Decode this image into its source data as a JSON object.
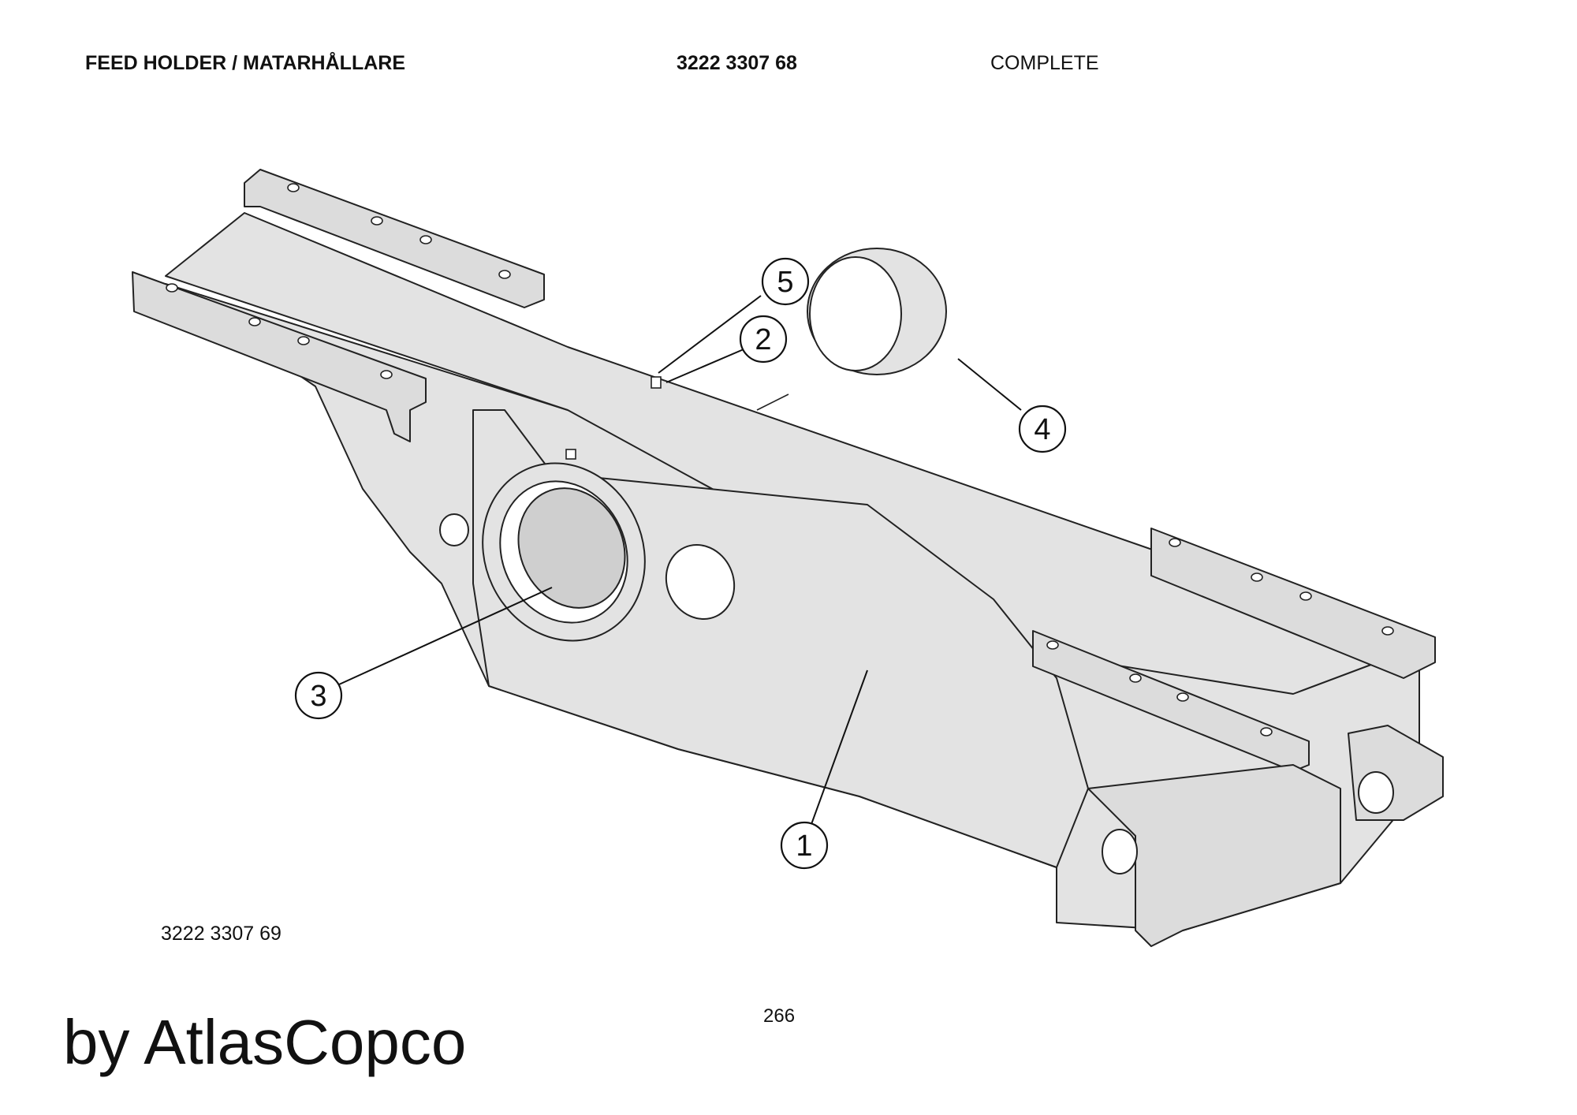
{
  "header": {
    "title": "FEED HOLDER / MATARHÅLLARE",
    "part_number": "3222 3307 68",
    "status": "COMPLETE"
  },
  "drawing_number": "3222 3307 69",
  "page_number": "266",
  "brand": "by AtlasCopco",
  "callouts": [
    {
      "label": "1"
    },
    {
      "label": "2"
    },
    {
      "label": "3"
    },
    {
      "label": "4"
    },
    {
      "label": "5"
    }
  ]
}
